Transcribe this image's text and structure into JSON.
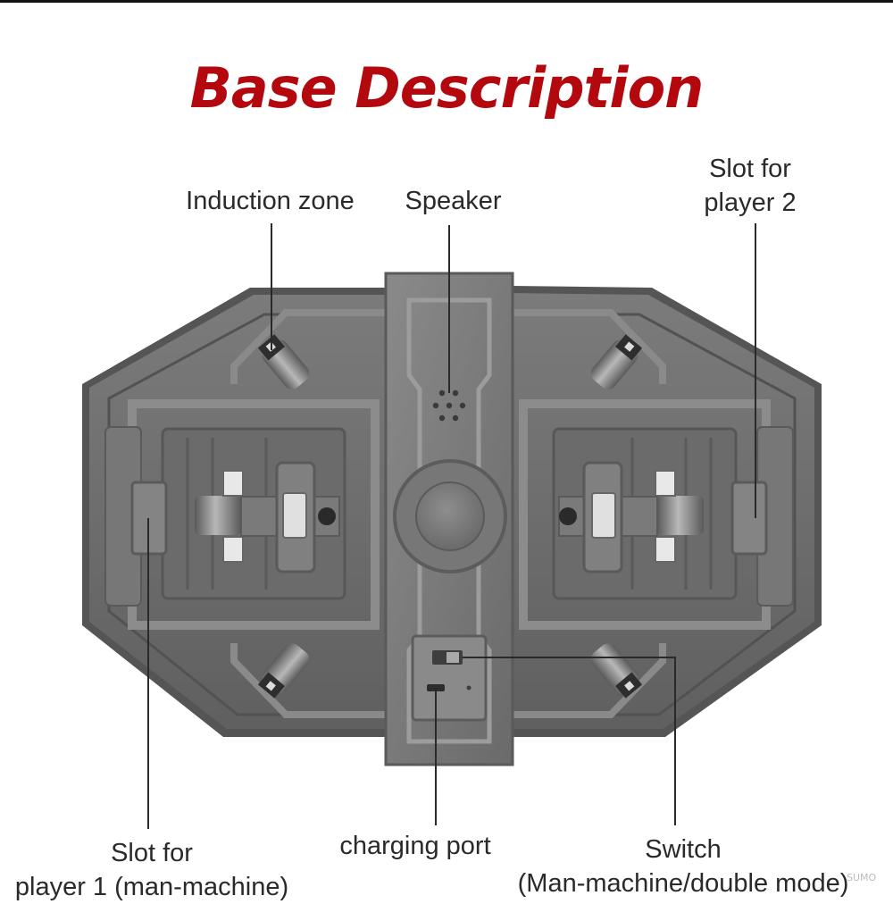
{
  "title": "Base Description",
  "labels": {
    "induction_zone": "Induction zone",
    "speaker": "Speaker",
    "slot_player2": [
      "Slot for",
      "player 2"
    ],
    "slot_player1": [
      "Slot for",
      "player 1 (man-machine)"
    ],
    "charging_port": "charging port",
    "switch": [
      "Switch",
      "(Man-machine/double mode)"
    ]
  },
  "watermark": "SUMO",
  "colors": {
    "title": "#b3080e",
    "base_body": "#6f6f6f",
    "base_dark": "#5a5a5a",
    "base_light": "#858585",
    "leader_line": "#2a2a2a"
  }
}
